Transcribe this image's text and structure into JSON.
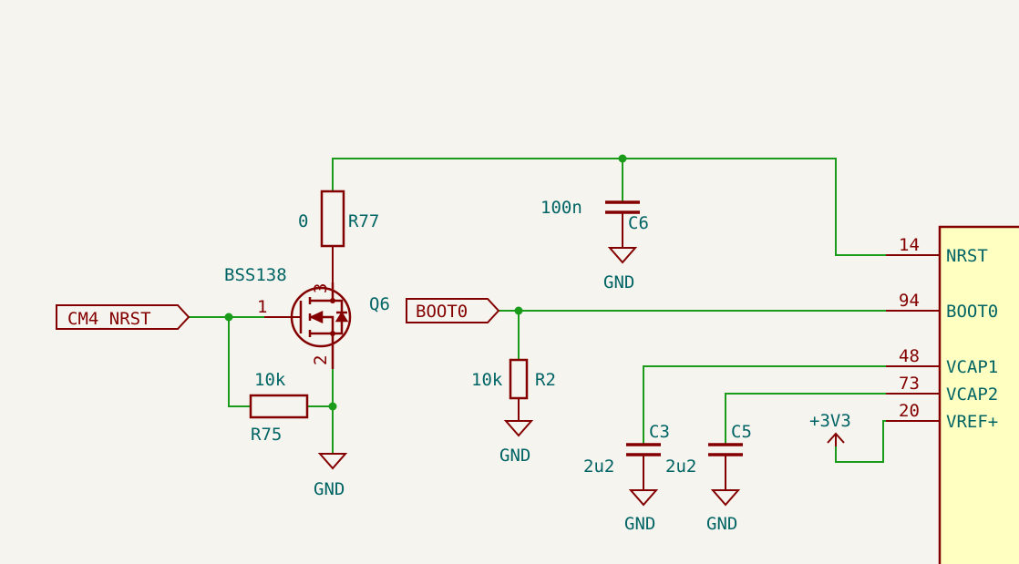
{
  "labels": {
    "cm4_nrst": "CM4_NRST",
    "boot0": "BOOT0"
  },
  "parts": {
    "r77": {
      "ref": "R77",
      "value": "0"
    },
    "r75": {
      "ref": "R75",
      "value": "10k"
    },
    "r2": {
      "ref": "R2",
      "value": "10k"
    },
    "c6": {
      "ref": "C6",
      "value": "100n"
    },
    "c3": {
      "ref": "C3",
      "value": "2u2"
    },
    "c5": {
      "ref": "C5",
      "value": "2u2"
    },
    "q6": {
      "ref": "Q6",
      "value": "BSS138",
      "pin_gate": "1",
      "pin_source": "2",
      "pin_drain": "3"
    }
  },
  "power": {
    "gnd": "GND",
    "v3v3": "+3V3"
  },
  "ic_pins": [
    {
      "num": "14",
      "name": "NRST"
    },
    {
      "num": "94",
      "name": "BOOT0"
    },
    {
      "num": "48",
      "name": "VCAP1"
    },
    {
      "num": "73",
      "name": "VCAP2"
    },
    {
      "num": "20",
      "name": "VREF+"
    }
  ]
}
